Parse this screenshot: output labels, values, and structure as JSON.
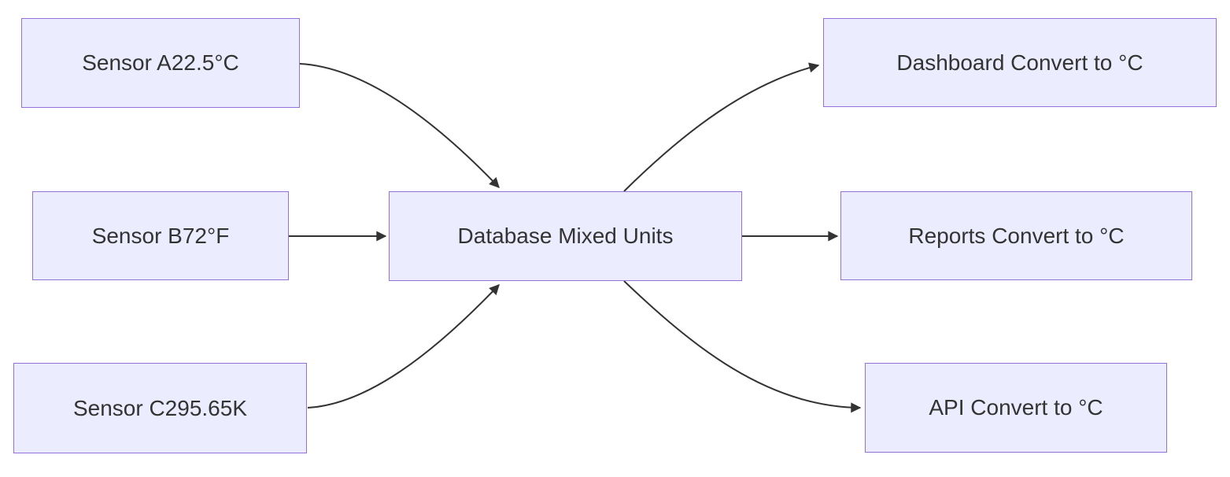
{
  "diagram": {
    "type": "flowchart",
    "direction": "left-to-right",
    "nodes": {
      "sensorA": {
        "label": "Sensor A22.5°C"
      },
      "sensorB": {
        "label": "Sensor B72°F"
      },
      "sensorC": {
        "label": "Sensor C295.65K"
      },
      "database": {
        "label": "Database Mixed Units"
      },
      "dashboard": {
        "label": "Dashboard Convert to °C"
      },
      "reports": {
        "label": "Reports Convert to °C"
      },
      "api": {
        "label": "API Convert to °C"
      }
    },
    "edges": [
      {
        "from": "sensorA",
        "to": "database",
        "arrow": "filled-triangle"
      },
      {
        "from": "sensorB",
        "to": "database",
        "arrow": "filled-triangle"
      },
      {
        "from": "sensorC",
        "to": "database",
        "arrow": "filled-triangle"
      },
      {
        "from": "database",
        "to": "dashboard",
        "arrow": "filled-triangle"
      },
      {
        "from": "database",
        "to": "reports",
        "arrow": "filled-triangle"
      },
      {
        "from": "database",
        "to": "api",
        "arrow": "filled-triangle"
      }
    ],
    "colors": {
      "node_fill": "#ECECFF",
      "node_border": "#9370DB",
      "edge_stroke": "#333333",
      "text": "#333333",
      "background": "#FFFFFF"
    }
  }
}
